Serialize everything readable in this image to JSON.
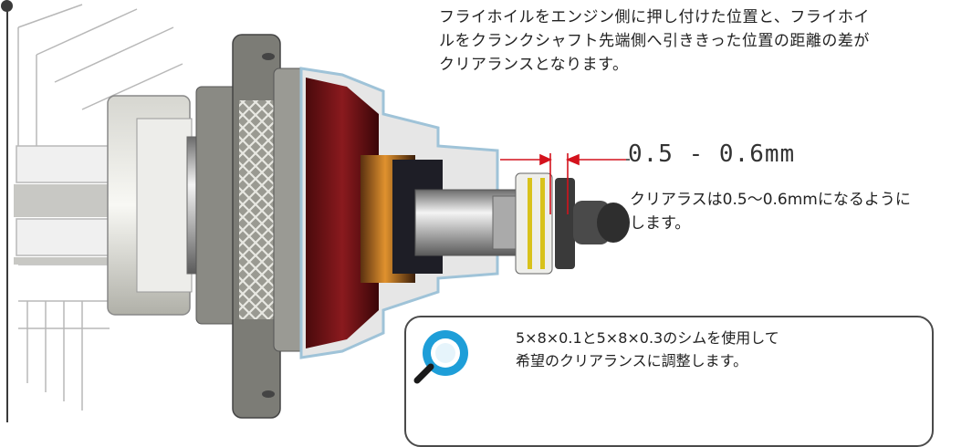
{
  "intro_text": "フライホイルをエンジン側に押し付けた位置と、フライホイ\nルをクランクシャフト先端側へ引ききった位置の距離の差が\nクリアランスとなります。",
  "clearance": {
    "label": "0.5 - 0.6mm",
    "note": "クリアラスは0.5〜0.6mmになるように\nします。"
  },
  "tip": {
    "text": "5×8×0.1と5×8×0.3のシムを使用して\n希望のクリアランスに調整します。",
    "icon": "magnifier-icon"
  },
  "colors": {
    "flywheel_red": "#7a1418",
    "arrow_red": "#d4121d",
    "knurl_gray": "#8a8a82",
    "tip_blue": "#1e9ed8",
    "shim_yellow": "#d8c21a"
  }
}
